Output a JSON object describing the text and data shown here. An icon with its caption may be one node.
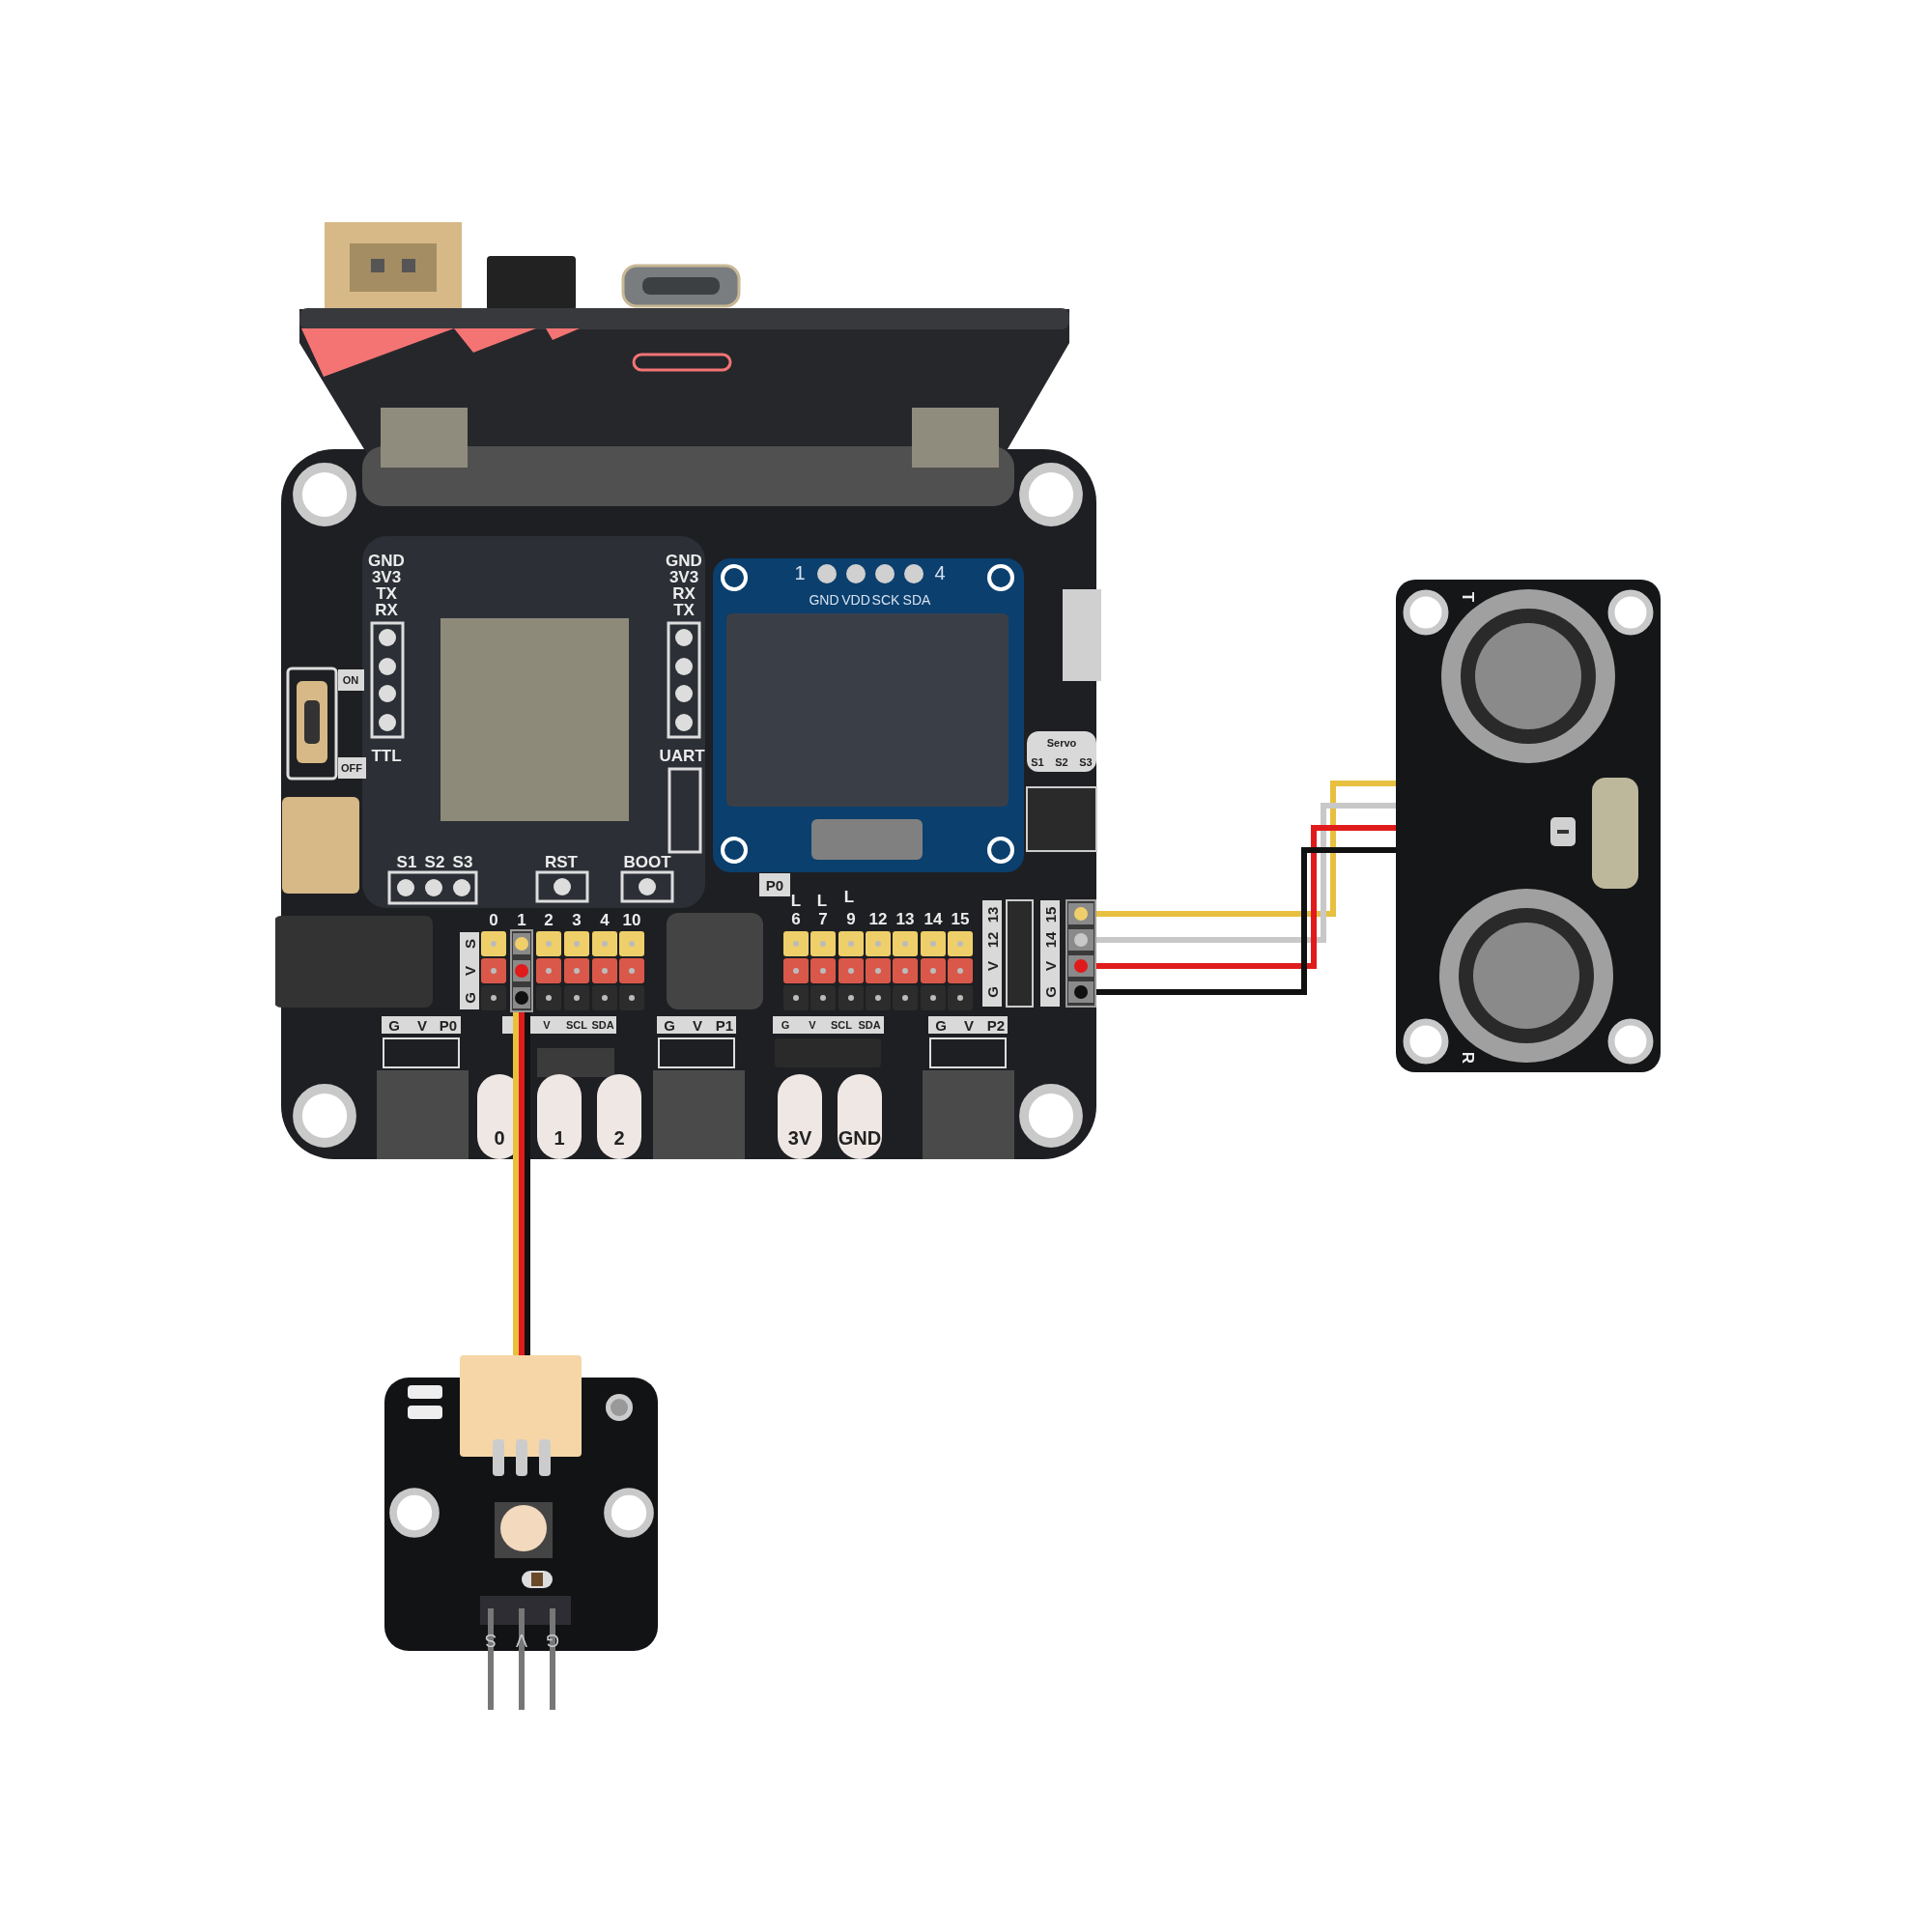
{
  "diagram": {
    "nodes": [
      {
        "text": [],
        "shape": "picture"
      },
      {
        "text": [],
        "shape": "box",
        "in": 0
      },
      {
        "text": [],
        "shape": "box",
        "in": 0
      },
      {
        "text": [],
        "shape": "picture"
      },
      {
        "text": [],
        "shape": "picture"
      }
    ],
    "edges": [
      {
        "from": 1,
        "to": 4,
        "arrow": "none",
        "color": "#e8c040"
      },
      {
        "from": 1,
        "to": 4,
        "arrow": "none",
        "color": "#e01b1b"
      },
      {
        "from": 1,
        "to": 4,
        "arrow": "none",
        "color": "#111111"
      },
      {
        "from": 2,
        "to": 3,
        "arrow": "none",
        "color": "#e8c040"
      },
      {
        "from": 2,
        "to": 3,
        "arrow": "none",
        "color": "#c8c8c8"
      },
      {
        "from": 2,
        "to": 3,
        "arrow": "none",
        "color": "#e01b1b"
      },
      {
        "from": 2,
        "to": 3,
        "arrow": "none",
        "color": "#111111"
      }
    ],
    "labels": [
      "GND",
      "3V3",
      "TX",
      "RX",
      "GND",
      "3V3",
      "RX",
      "TX",
      "1",
      "4",
      "GND",
      "VDD",
      "SCK",
      "SDA",
      "ON",
      "OFF",
      "TTL",
      "UART",
      "Servo",
      "S1",
      "S2",
      "S3",
      "S1",
      "S2",
      "S3",
      "RST",
      "BOOT",
      "P0",
      "L",
      "L",
      "L",
      "0",
      "1",
      "2",
      "3",
      "4",
      "10",
      "6",
      "7",
      "9",
      "12",
      "13",
      "14",
      "15",
      "13",
      "12",
      "V",
      "G",
      "15",
      "14",
      "V",
      "G",
      "S",
      "V",
      "G",
      "G",
      "V",
      "P0",
      "V",
      "SCL",
      "SDA",
      "G",
      "V",
      "P1",
      "G",
      "V",
      "SCL",
      "SDA",
      "G",
      "V",
      "P2",
      "0",
      "1",
      "2",
      "3V",
      "GND",
      "T",
      "R",
      "S",
      "V",
      "G"
    ]
  }
}
